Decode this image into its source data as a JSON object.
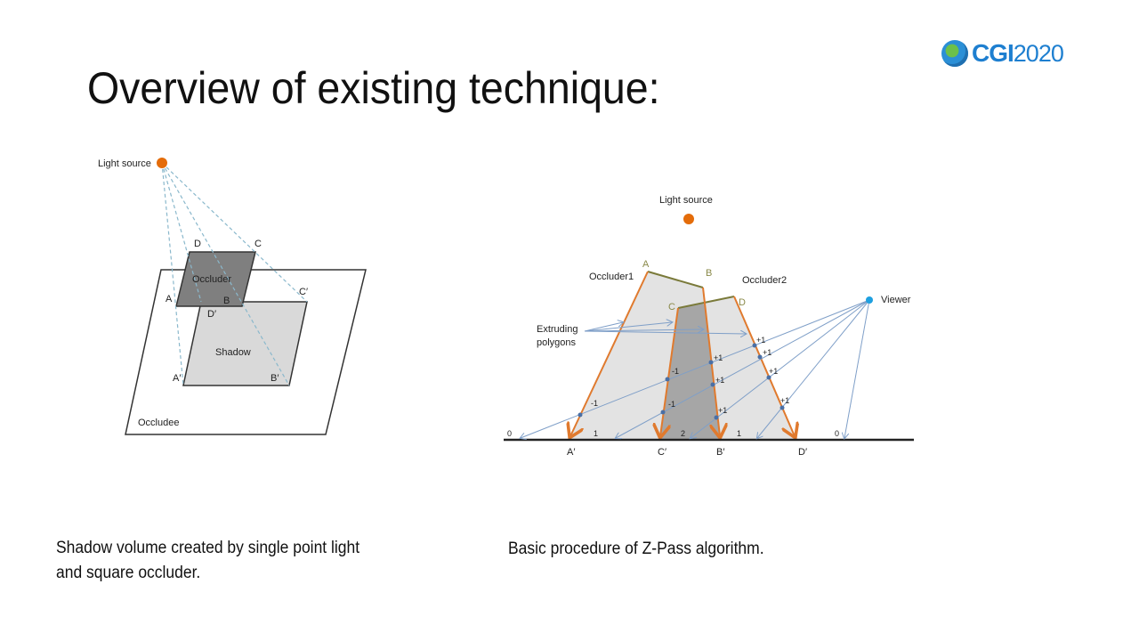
{
  "slide": {
    "title": "Overview of existing technique:",
    "logo": {
      "brand": "CGI",
      "year": "2020",
      "icon": "globe-icon",
      "color": "#1e7fd0"
    }
  },
  "figure_left": {
    "light_label": "Light source",
    "occluder_label": "Occluder",
    "shadow_label": "Shadow",
    "occludee_label": "Occludee",
    "vertices": {
      "A": "A",
      "B": "B",
      "C": "C",
      "D": "D",
      "A_prime": "A′",
      "B_prime": "B′",
      "C_prime": "C′",
      "D_prime": "D′"
    },
    "colors": {
      "light": "#e46c0a",
      "occluder": "#7f7f7f",
      "shadow": "#d9d9d9",
      "rays": "#8ab8cc"
    }
  },
  "figure_right": {
    "light_label": "Light source",
    "occluder1_label": "Occluder1",
    "occluder2_label": "Occluder2",
    "viewer_label": "Viewer",
    "extruding_label_line1": "Extruding",
    "extruding_label_line2": "polygons",
    "vertices": {
      "A": "A",
      "B": "B",
      "C": "C",
      "D": "D",
      "A_prime": "A′",
      "B_prime": "B′",
      "C_prime": "C′",
      "D_prime": "D′"
    },
    "counts": {
      "c0": "0",
      "c1": "1",
      "c2": "2",
      "c3": "1",
      "c4": "0"
    },
    "marks": {
      "minus": "-1",
      "plus": "+1"
    },
    "colors": {
      "light": "#e46c0a",
      "viewer": "#1ea0e0",
      "edges": "#e07a2e",
      "top_edges": "#7a7a3a",
      "rays": "#7f9fc8",
      "volume": "#e0e0e0",
      "overlap": "#a6a6a6"
    }
  },
  "captions": {
    "left_line1": "Shadow volume created by single point light",
    "left_line2": "and square occluder.",
    "right": "Basic procedure of Z-Pass algorithm."
  }
}
